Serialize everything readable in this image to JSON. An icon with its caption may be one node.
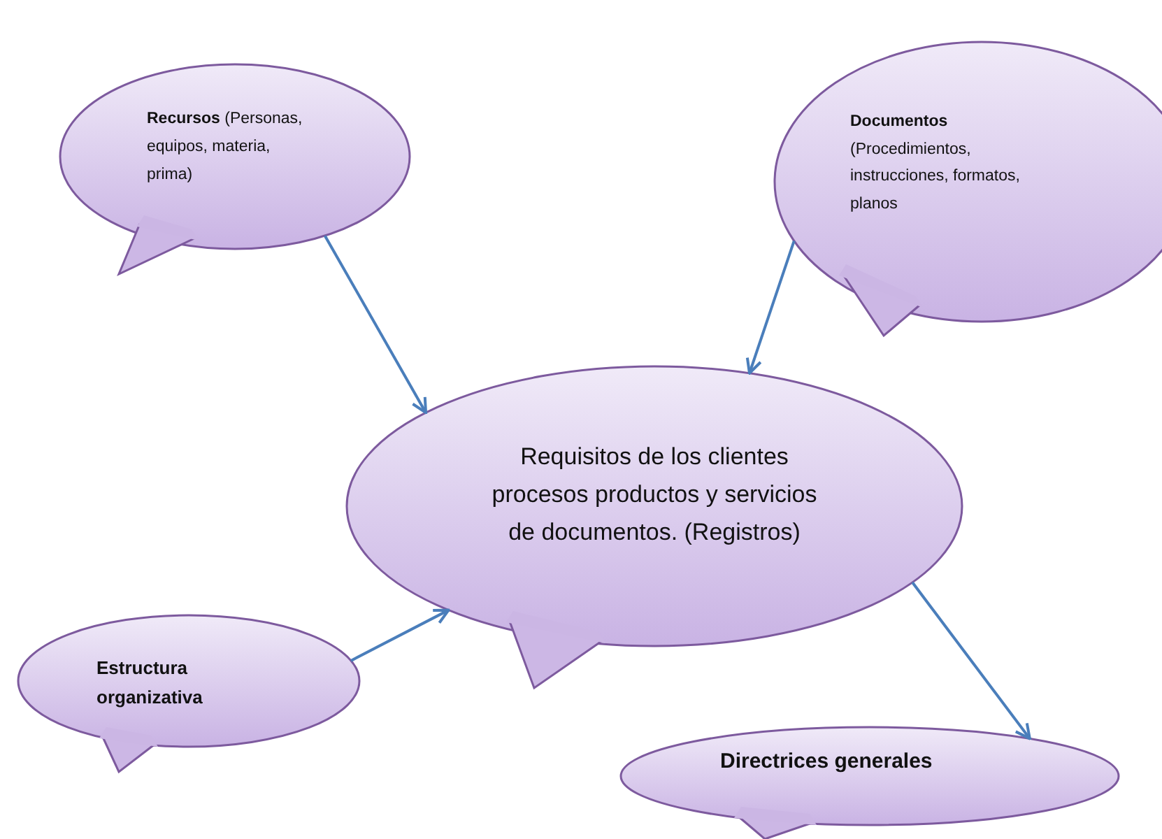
{
  "diagram": {
    "nodes": [
      {
        "text": [
          "**Recursos** (Personas, equipos, materia, prima)"
        ]
      },
      {
        "text": [
          "**Documentos** (Procedimientos, instrucciones, formatos, planos"
        ]
      },
      {
        "text": [
          "Requisitos de los clientes procesos productos y servicios de documentos. (Registros)"
        ]
      },
      {
        "text": [
          "Estructura organizativa"
        ]
      },
      {
        "text": [
          "Directrices generales"
        ]
      }
    ],
    "edges": [
      {
        "from": 0,
        "to": 2,
        "arrow": "to"
      },
      {
        "from": 1,
        "to": 2,
        "arrow": "to"
      },
      {
        "from": 3,
        "to": 2,
        "arrow": "to"
      },
      {
        "from": 2,
        "to": 4,
        "arrow": "to"
      }
    ]
  }
}
